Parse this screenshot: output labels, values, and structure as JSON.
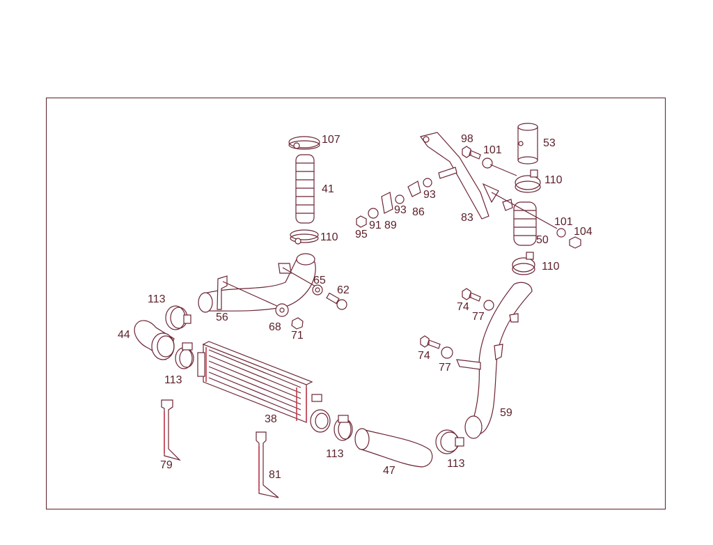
{
  "colors": {
    "ink": "#6b2433",
    "label": "#5a1e28",
    "accent_red": "#c23a4a",
    "background": "#ffffff"
  },
  "labels": {
    "p107": "107",
    "p41": "41",
    "p110a": "110",
    "p98": "98",
    "p101a": "101",
    "p53": "53",
    "p110b": "110",
    "p93a": "93",
    "p93b": "93",
    "p86": "86",
    "p89": "89",
    "p91": "91",
    "p95": "95",
    "p83": "83",
    "p101b": "101",
    "p104": "104",
    "p50": "50",
    "p110c": "110",
    "p65": "65",
    "p62": "62",
    "p113a": "113",
    "p56": "56",
    "p68": "68",
    "p71": "71",
    "p74a": "74",
    "p77a": "77",
    "p44": "44",
    "p74b": "74",
    "p77b": "77",
    "p113b": "113",
    "p38": "38",
    "p59": "59",
    "p79": "79",
    "p81": "81",
    "p113c": "113",
    "p113d": "113",
    "p47": "47"
  }
}
